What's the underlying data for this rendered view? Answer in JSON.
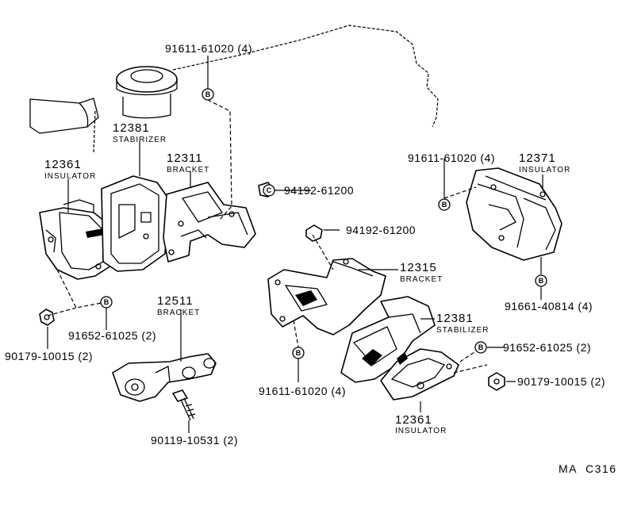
{
  "reference_code": "MA  C316",
  "callouts": {
    "pn_91611_top": "91611-61020 (4)",
    "pn_94192_a": "94192-61200",
    "pn_94192_b": "94192-61200",
    "pn_91611_right": "91611-61020 (4)",
    "pn_91661": "91661-40814 (4)",
    "pn_91652_left": "91652-61025 (2)",
    "pn_90179_left": "90179-10015 (2)",
    "pn_90119": "90119-10531 (2)",
    "pn_91611_bottom": "91611-61020 (4)",
    "pn_91652_right": "91652-61025 (2)",
    "pn_90179_right": "90179-10015 (2)"
  },
  "parts": {
    "p12381_top": {
      "number": "12381",
      "name": "STABIRIZER"
    },
    "p12361_left": {
      "number": "12361",
      "name": "INSULATOR"
    },
    "p12311": {
      "number": "12311",
      "name": "BRACKET"
    },
    "p12371": {
      "number": "12371",
      "name": "INSULATOR"
    },
    "p12315": {
      "number": "12315",
      "name": "BRACKET"
    },
    "p12381_right": {
      "number": "12381",
      "name": "STABILIZER"
    },
    "p12511": {
      "number": "12511",
      "name": "BRACKET"
    },
    "p12361_bottom": {
      "number": "12361",
      "name": "INSULATOR"
    }
  },
  "bolt_marker": "B",
  "nut_marker": "C"
}
